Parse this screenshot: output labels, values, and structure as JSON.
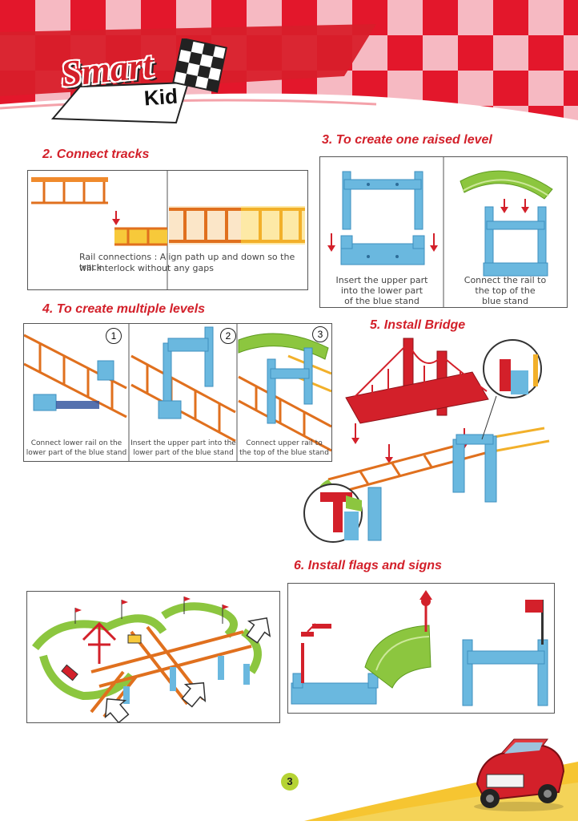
{
  "brand": {
    "logo_line1": "Smart",
    "logo_line2": "Kid"
  },
  "sections": {
    "connect_tracks": {
      "title": "2. Connect tracks",
      "caption_line1": "Rail connections : Align path up and down so the track",
      "caption_line2": "will interlock without any gaps"
    },
    "raised_level": {
      "title": "3. To create one raised level",
      "caption_left": [
        "Insert the upper part",
        "into the lower part",
        "of the blue stand"
      ],
      "caption_right": [
        "Connect the rail to",
        "the top of the",
        "blue stand"
      ]
    },
    "multiple_levels": {
      "title": "4. To create multiple levels",
      "steps": [
        {
          "num": "1",
          "caption": [
            "Connect lower rail on the",
            "lower part of the blue stand"
          ]
        },
        {
          "num": "2",
          "caption": [
            "Insert the upper part into the",
            "lower part of the blue stand"
          ]
        },
        {
          "num": "3",
          "caption": [
            "Connect upper rail to",
            "the top of the blue stand"
          ]
        }
      ]
    },
    "bridge": {
      "title": "5. Install Bridge"
    },
    "flags": {
      "title": "6. Install flags and signs"
    }
  },
  "page_number": "3",
  "colors": {
    "red": "#d3202a",
    "orange": "#f08a2c",
    "yellow": "#f7c93a",
    "blue": "#6ab8df",
    "green": "#8cc63f",
    "pink": "#f4b6be"
  }
}
